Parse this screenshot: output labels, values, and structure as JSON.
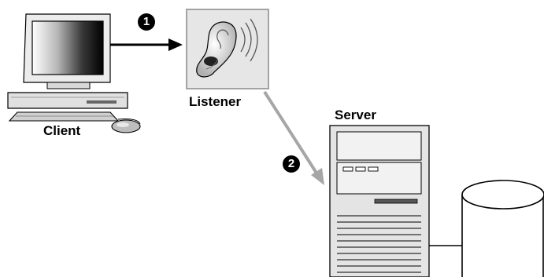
{
  "diagram": {
    "client_label": "Client",
    "listener_label": "Listener",
    "server_label": "Server",
    "step1": "1",
    "step2": "2"
  }
}
